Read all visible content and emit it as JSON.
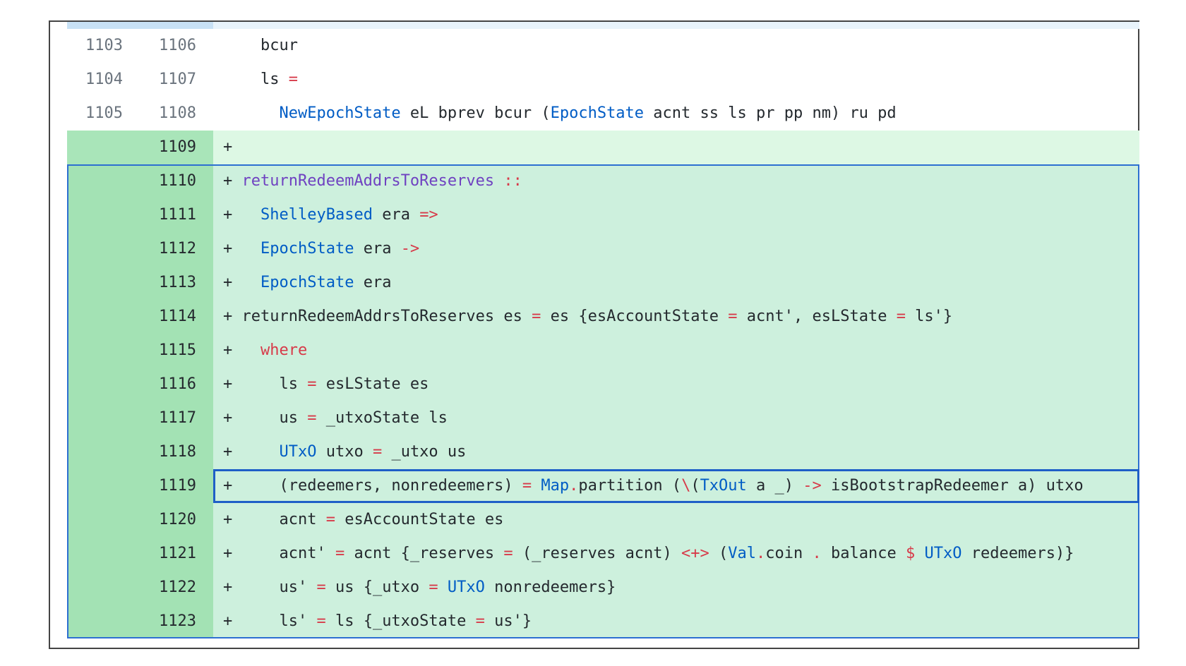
{
  "diff": {
    "rows": [
      {
        "old": "1103",
        "new": "1106",
        "kind": "ctx",
        "marker": "",
        "tokens": [
          {
            "t": "  bcur",
            "c": "var"
          }
        ]
      },
      {
        "old": "1104",
        "new": "1107",
        "kind": "ctx",
        "marker": "",
        "tokens": [
          {
            "t": "  ls ",
            "c": "var"
          },
          {
            "t": "=",
            "c": "op"
          }
        ]
      },
      {
        "old": "1105",
        "new": "1108",
        "kind": "ctx",
        "marker": "",
        "tokens": [
          {
            "t": "    ",
            "c": "var"
          },
          {
            "t": "NewEpochState",
            "c": "ctor"
          },
          {
            "t": " eL bprev bcur (",
            "c": "var"
          },
          {
            "t": "EpochState",
            "c": "ctor"
          },
          {
            "t": " acnt ss ls pr pp nm) ru pd",
            "c": "var"
          }
        ]
      },
      {
        "old": "",
        "new": "1109",
        "kind": "add",
        "marker": "+",
        "tokens": []
      },
      {
        "old": "",
        "new": "1110",
        "kind": "add",
        "marker": "+",
        "tokens": [
          {
            "t": "returnRedeemAddrsToReserves",
            "c": "fn"
          },
          {
            "t": " ",
            "c": "var"
          },
          {
            "t": "::",
            "c": "op"
          }
        ]
      },
      {
        "old": "",
        "new": "1111",
        "kind": "add",
        "marker": "+",
        "tokens": [
          {
            "t": "  ",
            "c": "var"
          },
          {
            "t": "ShelleyBased",
            "c": "ctor"
          },
          {
            "t": " era ",
            "c": "var"
          },
          {
            "t": "=>",
            "c": "op"
          }
        ]
      },
      {
        "old": "",
        "new": "1112",
        "kind": "add",
        "marker": "+",
        "tokens": [
          {
            "t": "  ",
            "c": "var"
          },
          {
            "t": "EpochState",
            "c": "ctor"
          },
          {
            "t": " era ",
            "c": "var"
          },
          {
            "t": "->",
            "c": "op"
          }
        ]
      },
      {
        "old": "",
        "new": "1113",
        "kind": "add",
        "marker": "+",
        "tokens": [
          {
            "t": "  ",
            "c": "var"
          },
          {
            "t": "EpochState",
            "c": "ctor"
          },
          {
            "t": " era",
            "c": "var"
          }
        ]
      },
      {
        "old": "",
        "new": "1114",
        "kind": "add",
        "marker": "+",
        "tokens": [
          {
            "t": "returnRedeemAddrsToReserves es ",
            "c": "var"
          },
          {
            "t": "=",
            "c": "op"
          },
          {
            "t": " es {esAccountState ",
            "c": "var"
          },
          {
            "t": "=",
            "c": "op"
          },
          {
            "t": " acnt', esLState ",
            "c": "var"
          },
          {
            "t": "=",
            "c": "op"
          },
          {
            "t": " ls'}",
            "c": "var"
          }
        ]
      },
      {
        "old": "",
        "new": "1115",
        "kind": "add",
        "marker": "+",
        "tokens": [
          {
            "t": "  ",
            "c": "var"
          },
          {
            "t": "where",
            "c": "kw"
          }
        ]
      },
      {
        "old": "",
        "new": "1116",
        "kind": "add",
        "marker": "+",
        "tokens": [
          {
            "t": "    ls ",
            "c": "var"
          },
          {
            "t": "=",
            "c": "op"
          },
          {
            "t": " esLState es",
            "c": "var"
          }
        ]
      },
      {
        "old": "",
        "new": "1117",
        "kind": "add",
        "marker": "+",
        "tokens": [
          {
            "t": "    us ",
            "c": "var"
          },
          {
            "t": "=",
            "c": "op"
          },
          {
            "t": " _utxoState ls",
            "c": "var"
          }
        ]
      },
      {
        "old": "",
        "new": "1118",
        "kind": "add",
        "marker": "+",
        "tokens": [
          {
            "t": "    ",
            "c": "var"
          },
          {
            "t": "UTxO",
            "c": "ctor"
          },
          {
            "t": " utxo ",
            "c": "var"
          },
          {
            "t": "=",
            "c": "op"
          },
          {
            "t": " _utxo us",
            "c": "var"
          }
        ]
      },
      {
        "old": "",
        "new": "1119",
        "kind": "add",
        "marker": "+",
        "focus": true,
        "tokens": [
          {
            "t": "    (redeemers, nonredeemers) ",
            "c": "var"
          },
          {
            "t": "=",
            "c": "op"
          },
          {
            "t": " ",
            "c": "var"
          },
          {
            "t": "Map",
            "c": "ctor"
          },
          {
            "t": ".",
            "c": "op"
          },
          {
            "t": "partition (",
            "c": "var"
          },
          {
            "t": "\\",
            "c": "op"
          },
          {
            "t": "(",
            "c": "var"
          },
          {
            "t": "TxOut",
            "c": "ctor"
          },
          {
            "t": " a _) ",
            "c": "var"
          },
          {
            "t": "->",
            "c": "op"
          },
          {
            "t": " isBootstrapRedeemer a) utxo",
            "c": "var"
          }
        ]
      },
      {
        "old": "",
        "new": "1120",
        "kind": "add",
        "marker": "+",
        "tokens": [
          {
            "t": "    acnt ",
            "c": "var"
          },
          {
            "t": "=",
            "c": "op"
          },
          {
            "t": " esAccountState es",
            "c": "var"
          }
        ]
      },
      {
        "old": "",
        "new": "1121",
        "kind": "add",
        "marker": "+",
        "tokens": [
          {
            "t": "    acnt' ",
            "c": "var"
          },
          {
            "t": "=",
            "c": "op"
          },
          {
            "t": " acnt {_reserves ",
            "c": "var"
          },
          {
            "t": "=",
            "c": "op"
          },
          {
            "t": " (_reserves acnt) ",
            "c": "var"
          },
          {
            "t": "<+>",
            "c": "op"
          },
          {
            "t": " (",
            "c": "var"
          },
          {
            "t": "Val",
            "c": "ctor"
          },
          {
            "t": ".",
            "c": "op"
          },
          {
            "t": "coin ",
            "c": "var"
          },
          {
            "t": ".",
            "c": "op"
          },
          {
            "t": " balance ",
            "c": "var"
          },
          {
            "t": "$",
            "c": "op"
          },
          {
            "t": " ",
            "c": "var"
          },
          {
            "t": "UTxO",
            "c": "ctor"
          },
          {
            "t": " redeemers)}",
            "c": "var"
          }
        ]
      },
      {
        "old": "",
        "new": "1122",
        "kind": "add",
        "marker": "+",
        "tokens": [
          {
            "t": "    us' ",
            "c": "var"
          },
          {
            "t": "=",
            "c": "op"
          },
          {
            "t": " us {_utxo ",
            "c": "var"
          },
          {
            "t": "=",
            "c": "op"
          },
          {
            "t": " ",
            "c": "var"
          },
          {
            "t": "UTxO",
            "c": "ctor"
          },
          {
            "t": " nonredeemers}",
            "c": "var"
          }
        ]
      },
      {
        "old": "",
        "new": "1123",
        "kind": "add",
        "marker": "+",
        "tokens": [
          {
            "t": "    ls' ",
            "c": "var"
          },
          {
            "t": "=",
            "c": "op"
          },
          {
            "t": " ls {_utxoState ",
            "c": "var"
          },
          {
            "t": "=",
            "c": "op"
          },
          {
            "t": " us'}",
            "c": "var"
          }
        ]
      }
    ]
  }
}
